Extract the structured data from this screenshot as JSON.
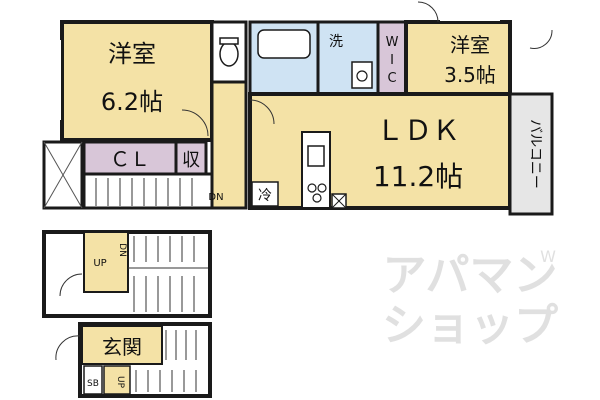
{
  "rooms": {
    "western_room_1": {
      "name": "洋室",
      "size": "6.2帖"
    },
    "western_room_2": {
      "name": "洋室",
      "size": "3.5帖"
    },
    "ldk": {
      "name": "ＬＤＫ",
      "size": "11.2帖"
    },
    "closet": "ＣＬ",
    "storage": "収",
    "washroom": "洗",
    "wic": [
      "W",
      "I",
      "C"
    ],
    "fridge": "冷",
    "balcony": "バルコニー",
    "entrance": "玄関",
    "shoe_box": "SB"
  },
  "stairs": {
    "dn_top": "DN",
    "dn_mid": "DN",
    "up_mid": "UP",
    "up_bottom": "UP"
  },
  "watermark": {
    "line1": "アパマン",
    "line2": "ショップ",
    "mark": "W"
  },
  "colors": {
    "room_fill": "#f4e2a6",
    "wet_fill": "#cfe3f3",
    "storage_fill": "#d8c6d8",
    "wall": "#1a1a1a",
    "balcony_fill": "#e6e6e6"
  }
}
